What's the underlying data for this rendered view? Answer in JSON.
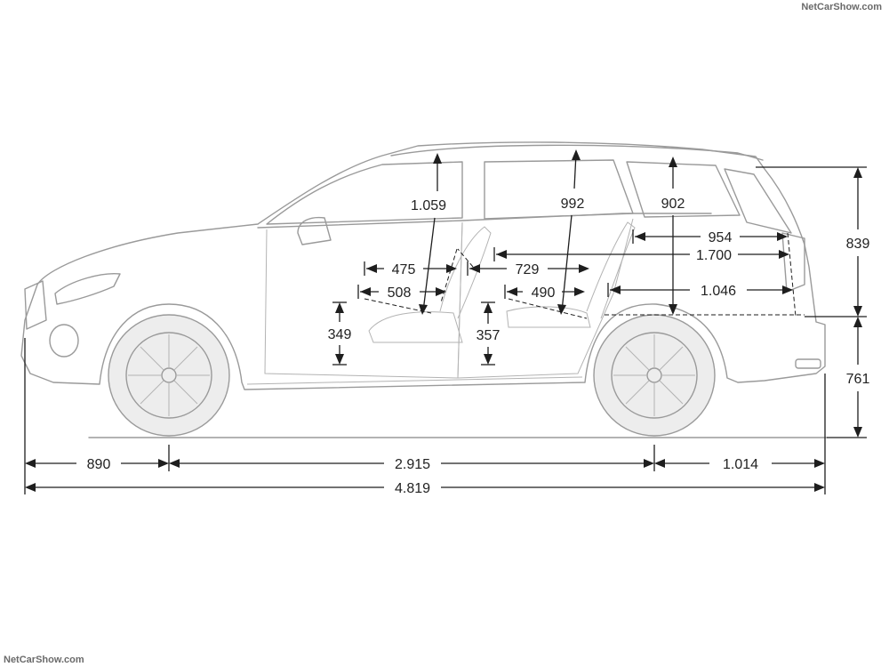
{
  "watermark": {
    "top": "NetCarShow.com",
    "bottom": "NetCarShow.com"
  },
  "dimensions": {
    "front_overhang": "890",
    "wheelbase": "2.915",
    "rear_overhang": "1.014",
    "overall_length": "4.819",
    "roof_height_above_beltline": "839",
    "lower_body_height": "761",
    "front_headroom": "1.059",
    "rear_headroom": "992",
    "cargo_height": "902",
    "cargo_length_upper": "954",
    "cargo_length_folded": "1.700",
    "cargo_length_floor": "1.046",
    "front_seat_depth": "475",
    "front_legroom": "508",
    "rear_seat_depth": "729",
    "rear_legroom": "490",
    "front_seat_height": "349",
    "rear_seat_height": "357"
  }
}
